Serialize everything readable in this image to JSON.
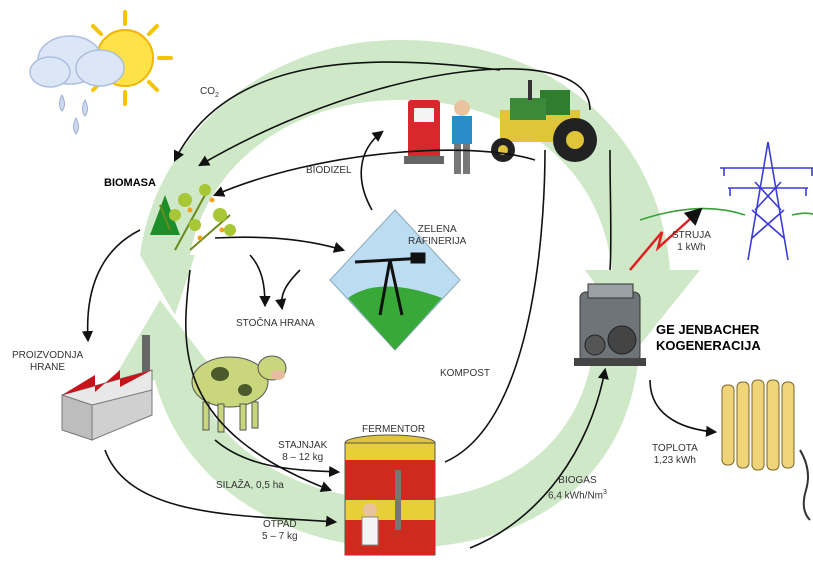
{
  "labels": {
    "co2": "CO",
    "co2_sub": "2",
    "biomasa": "BIOMASA",
    "biodizel": "BIODIZEL",
    "zelena_rafinerija": [
      "ZELENA",
      "RAFINERIJA"
    ],
    "stocna_hrana": "STOČNA HRANA",
    "proizvodnja_hrane": [
      "PROIZVODNJA",
      "HRANE"
    ],
    "kompost": "KOMPOST",
    "fermentor": "FERMENTOR",
    "stajnjak": [
      "STAJNJAK",
      "8 – 12 kg"
    ],
    "silaza": "SILAŽA, 0,5 ha",
    "otpad": [
      "OTPAD",
      "5 – 7 kg"
    ],
    "biogas": [
      "BIOGAS",
      "6,4 kWh/Nm"
    ],
    "biogas_sup": "3",
    "struja": [
      "STRUJA",
      "1 kWh"
    ],
    "ge_jenbacher": [
      "GE JENBACHER",
      "KOGENERACIJA"
    ],
    "toplota": [
      "TOPLOTA",
      "1,23 kWh"
    ]
  },
  "colors": {
    "cycle_green": "#cfe9c8",
    "arrow": "#111111",
    "electric_red": "#e02020",
    "tower_blue": "#3b3bd8"
  },
  "icons": [
    "sun-cloud-rain-icon",
    "biomass-plant-icon",
    "fuel-pump-farmer-icon",
    "tractor-icon",
    "oil-pump-refinery-icon",
    "factory-icon",
    "cow-icon",
    "fermentor-tank-icon",
    "engine-icon",
    "power-tower-icon",
    "radiator-icon"
  ]
}
